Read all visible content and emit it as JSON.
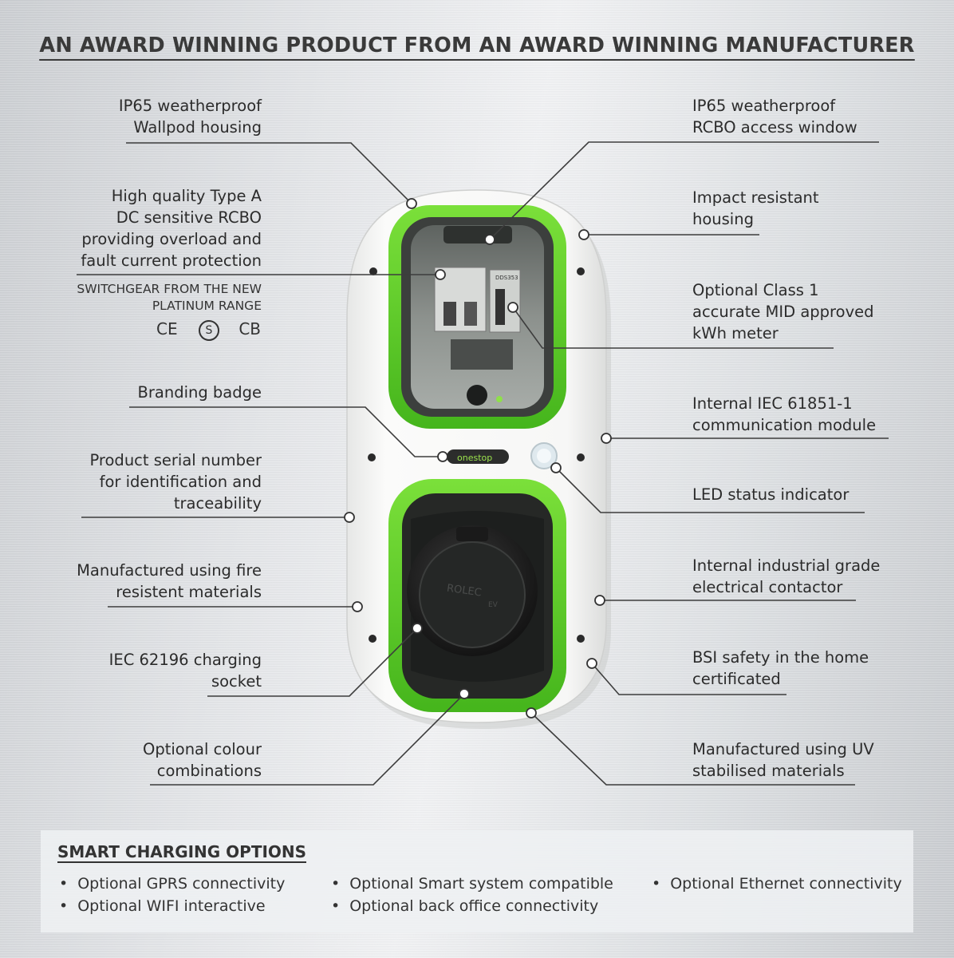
{
  "title": "AN AWARD WINNING PRODUCT FROM AN AWARD WINNING MANUFACTURER",
  "left_callouts": [
    {
      "lines": [
        "IP65 weatherproof",
        "Wallpod housing"
      ]
    },
    {
      "lines": [
        "High quality Type A",
        "DC sensitive RCBO",
        "providing overload and",
        "fault current protection"
      ]
    },
    {
      "lines": [
        "Branding badge"
      ]
    },
    {
      "lines": [
        "Product serial number",
        "for identification and",
        "traceability"
      ]
    },
    {
      "lines": [
        "Manufactured using fire",
        "resistent materials"
      ]
    },
    {
      "lines": [
        "IEC 62196 charging",
        "socket"
      ]
    },
    {
      "lines": [
        "Optional colour",
        "combinations"
      ]
    }
  ],
  "switchgear_note": [
    "SWITCHGEAR FROM THE NEW",
    "PLATINUM RANGE"
  ],
  "cert_marks": [
    "CE",
    "CB"
  ],
  "right_callouts": [
    {
      "lines": [
        "IP65 weatherproof",
        "RCBO access window"
      ]
    },
    {
      "lines": [
        "Impact resistant",
        "housing"
      ]
    },
    {
      "lines": [
        "Optional Class 1",
        "accurate MID approved",
        "kWh meter"
      ]
    },
    {
      "lines": [
        "Internal IEC 61851-1",
        "communication module"
      ]
    },
    {
      "lines": [
        "LED status indicator"
      ]
    },
    {
      "lines": [
        "Internal industrial grade",
        "electrical contactor"
      ]
    },
    {
      "lines": [
        "BSI safety in the home",
        "certificated"
      ]
    },
    {
      "lines": [
        "Manufactured using UV",
        "stabilised materials"
      ]
    }
  ],
  "device": {
    "badge_text": "onestop",
    "socket_brand": "ROLEC",
    "socket_sub": "EV",
    "meter_text": "DDS353",
    "accent_color": "#5cd12a",
    "housing_color": "#f7f7f6"
  },
  "smart": {
    "title": "SMART CHARGING OPTIONS",
    "options": [
      "Optional GPRS connectivity",
      "Optional WIFI interactive",
      "Optional Smart system compatible",
      "Optional back office connectivity",
      "Optional Ethernet connectivity"
    ]
  }
}
